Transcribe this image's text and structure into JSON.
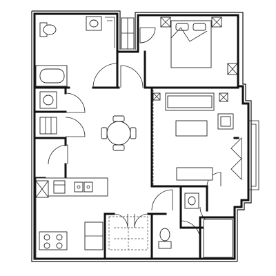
{
  "plan": {
    "rooms": [
      {
        "id": "bathroom-1",
        "fixtures": [
          "toilet",
          "sink",
          "bathtub"
        ]
      },
      {
        "id": "bedroom",
        "fixtures": [
          "bed",
          "nightstand",
          "nightstand",
          "closet"
        ]
      },
      {
        "id": "laundry",
        "fixtures": [
          "washer",
          "dryer"
        ]
      },
      {
        "id": "dining",
        "fixtures": [
          "round-table",
          "chair",
          "chair",
          "chair",
          "chair"
        ]
      },
      {
        "id": "living",
        "fixtures": [
          "sofa",
          "armchair",
          "coffee-table",
          "media-console"
        ]
      },
      {
        "id": "kitchen",
        "fixtures": [
          "double-sink",
          "range",
          "refrigerator",
          "dishwasher"
        ]
      },
      {
        "id": "bathroom-2",
        "fixtures": [
          "toilet",
          "sink",
          "shower"
        ]
      },
      {
        "id": "closet",
        "fixtures": [
          "wardrobe"
        ]
      }
    ],
    "colors": {
      "wall": "#111111",
      "background": "#ffffff"
    }
  }
}
